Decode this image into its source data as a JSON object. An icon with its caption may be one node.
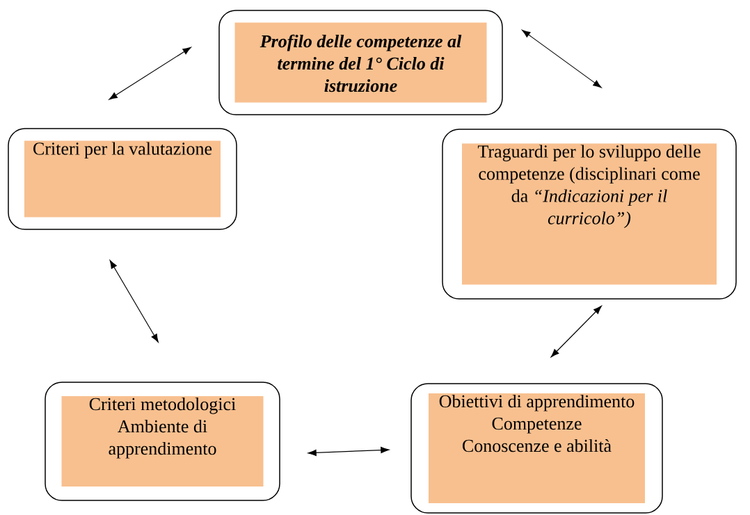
{
  "diagram": {
    "nodes": [
      {
        "text": [
          "Profilo delle competenze al termine del 1° Ciclo di istruzione"
        ]
      },
      {
        "text": [
          "Criteri per la valutazione"
        ]
      },
      {
        "text": [
          "Traguardi per lo sviluppo delle competenze (disciplinari come da *“Indicazioni per il curricolo”)*"
        ]
      },
      {
        "text": [
          "Criteri metodologici",
          "Ambiente di apprendimento"
        ]
      },
      {
        "text": [
          "Obiettivi di apprendimento",
          "Competenze",
          "Conoscenze e abilità"
        ]
      }
    ],
    "edges": [
      {
        "from": 1,
        "to": 0,
        "arrow": "both"
      },
      {
        "from": 0,
        "to": 2,
        "arrow": "both"
      },
      {
        "from": 1,
        "to": 3,
        "arrow": "both"
      },
      {
        "from": 3,
        "to": 4,
        "arrow": "both"
      },
      {
        "from": 4,
        "to": 2,
        "arrow": "both"
      }
    ]
  }
}
